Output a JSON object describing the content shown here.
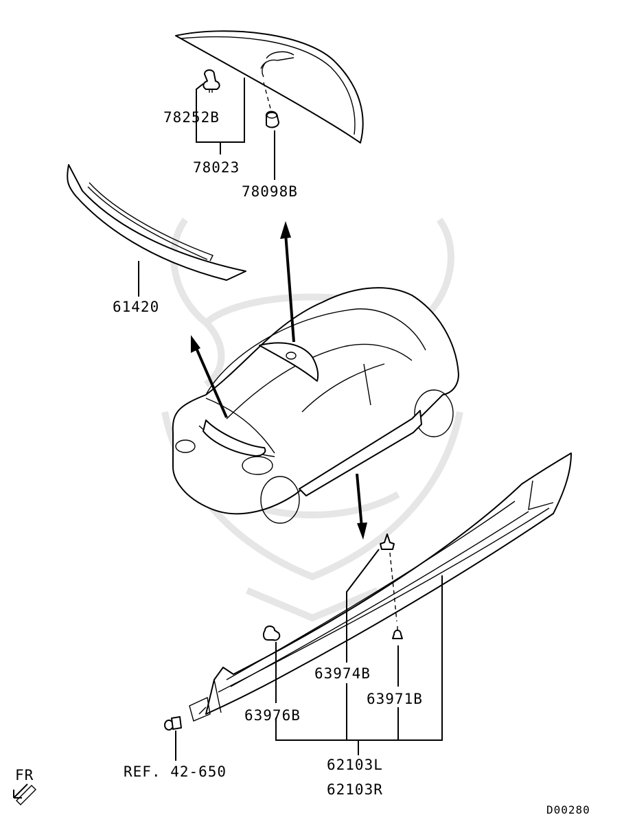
{
  "labels": {
    "p78252b": "78252B",
    "p78023": "78023",
    "p78098b": "78098B",
    "p61420": "61420",
    "p63974b": "63974B",
    "p63971b": "63971B",
    "p63976b": "63976B",
    "ref": "REF. 42-650",
    "p62103l": "62103L",
    "p62103r": "62103R",
    "fr": "FR",
    "code": "D00280"
  }
}
